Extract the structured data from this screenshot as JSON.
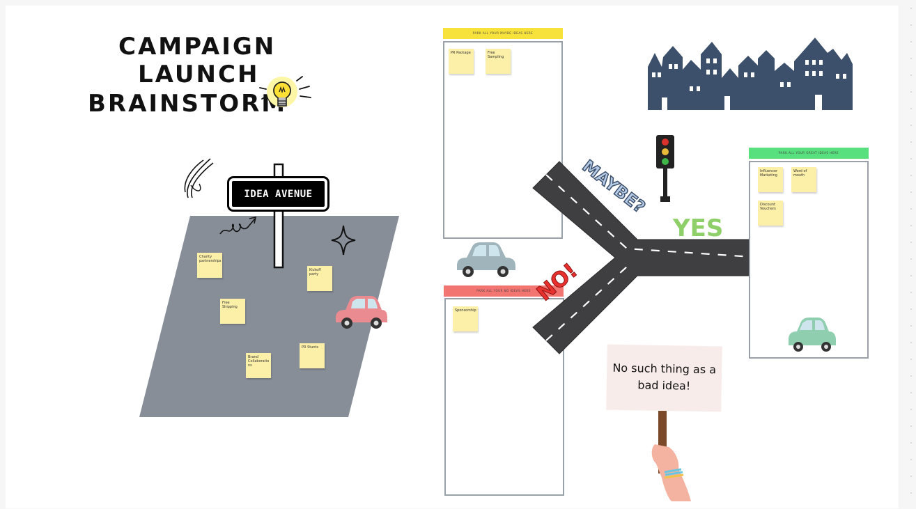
{
  "title": {
    "line1": "CAMPAIGN",
    "line2": "LAUNCH",
    "line3": "BRAINSTORM"
  },
  "street_sign": {
    "label": "IDEA AVENUE"
  },
  "parking_lot_stickies": [
    {
      "text": "Charity partnerships"
    },
    {
      "text": "Kickoff party"
    },
    {
      "text": "Free Shipping"
    },
    {
      "text": "Brand Collaboratio ns"
    },
    {
      "text": "PR Stunts"
    }
  ],
  "frames": {
    "maybe": {
      "header": "PARK ALL YOUR MAYBE IDEAS HERE",
      "header_color": "#f7e23b",
      "stickies": [
        {
          "text": "PR Package"
        },
        {
          "text": "Free Sampling"
        }
      ]
    },
    "no": {
      "header": "PARK ALL YOUR NO IDEAS HERE",
      "header_color": "#f27572",
      "stickies": [
        {
          "text": "Sponsorship"
        }
      ]
    },
    "yes": {
      "header": "PARK ALL YOUR GREAT IDEAS HERE",
      "header_color": "#58e07e",
      "stickies": [
        {
          "text": "Influencer Marketing"
        },
        {
          "text": "Word of mouth"
        },
        {
          "text": "Discount Vouchers"
        }
      ]
    }
  },
  "road_labels": {
    "maybe": "MAYBE?",
    "yes": "YES",
    "no": "NO!"
  },
  "protest_sign": {
    "line1": "No such thing as a",
    "line2": "bad idea!"
  },
  "colors": {
    "lot": "#878e98",
    "road": "#3f3f41",
    "city": "#3c506b",
    "car_pink": "#e98b90",
    "car_blue": "#9fb4bb",
    "car_green": "#8fcfb0",
    "sticky": "#fcefa8"
  }
}
